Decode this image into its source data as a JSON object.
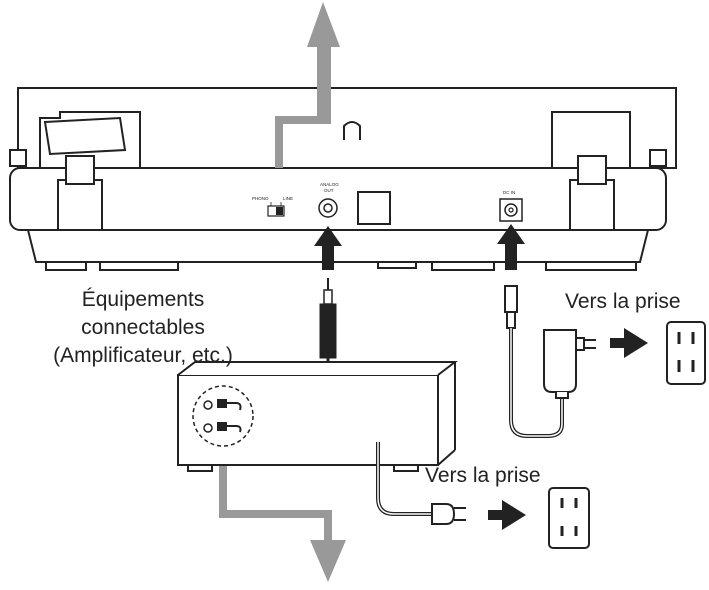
{
  "labels": {
    "equipment_line1": "Équipements",
    "equipment_line2": "connectables",
    "equipment_line3": "(Amplificateur, etc.)",
    "outlet_upper": "Vers la prise",
    "outlet_lower": "Vers la prise"
  },
  "panel": {
    "switch_phono": "PHONO",
    "switch_line": "LINE",
    "analog_out_line1": "ANALOG",
    "analog_out_line2": "OUT",
    "dc_in": "DC IN"
  },
  "colors": {
    "line": "#222222",
    "flow_arrow": "#999999",
    "fill": "#ffffff"
  },
  "icons": [
    "up-arrow-icon",
    "down-arrow-icon",
    "plug-arrow-icon",
    "wall-outlet-icon",
    "power-plug-icon",
    "ac-adapter-icon",
    "rca-jacks-icon"
  ]
}
